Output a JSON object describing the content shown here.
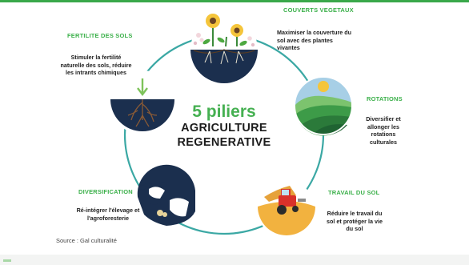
{
  "center": {
    "line1": "5 piliers",
    "line2": "AGRICULTURE",
    "line3": "REGENERATIVE"
  },
  "pillars": [
    {
      "title": "COUVERTS VEGETAUX",
      "desc": "Maximiser la couverture du sol avec des plantes vivantes",
      "icon": "sunflower-icon"
    },
    {
      "title": "ROTATIONS",
      "desc": "Diversifier et allonger les rotations culturales",
      "icon": "field-rotation-icon"
    },
    {
      "title": "TRAVAIL DU SOL",
      "desc": "Réduire le travail du sol et protéger la vie du sol",
      "icon": "tractor-icon"
    },
    {
      "title": "DIVERSIFICATION",
      "desc": "Ré-intégrer l'élevage et l'agroforesterie",
      "icon": "cow-icon"
    },
    {
      "title": "FERTILITE DES SOLS",
      "desc": "Stimuler la fertilité naturelle des sols, réduire les intrants chimiques",
      "icon": "soil-roots-icon"
    }
  ],
  "source": "Source : Gal culturalité",
  "colors": {
    "accent": "#3bb04a",
    "navy": "#1b2f4e",
    "teal_circle": "#3ba8a4",
    "sky": "#a7cfe6",
    "sun": "#f5c53b"
  }
}
